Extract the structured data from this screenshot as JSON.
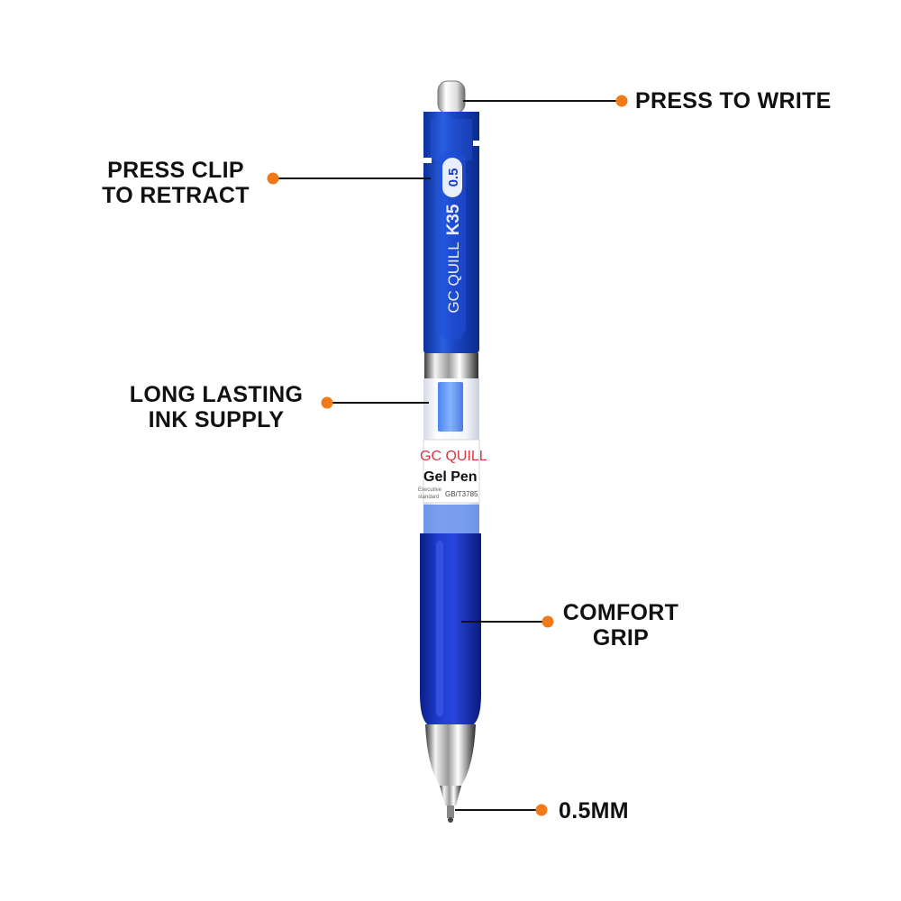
{
  "colors": {
    "accent": "#f07a1a",
    "pen_blue": "#1840b8",
    "pen_blue_dark": "#0a2a8a",
    "leader": "#111111"
  },
  "pen": {
    "brand": "GC QUILL",
    "model": "K35",
    "tip_size": "0.5",
    "window_brand": "GC QUILL",
    "window_product": "Gel Pen",
    "window_standard_label": [
      "Executive",
      "standard"
    ],
    "window_standard_code": "GB/T3785"
  },
  "callouts": {
    "press_to_write": {
      "lines": [
        "PRESS TO WRITE"
      ]
    },
    "press_clip": {
      "lines": [
        "PRESS CLIP",
        "TO RETRACT"
      ]
    },
    "ink_supply": {
      "lines": [
        "LONG LASTING",
        "INK SUPPLY"
      ]
    },
    "comfort_grip": {
      "lines": [
        "COMFORT",
        "GRIP"
      ]
    },
    "tip": {
      "lines": [
        "0.5MM"
      ]
    }
  }
}
